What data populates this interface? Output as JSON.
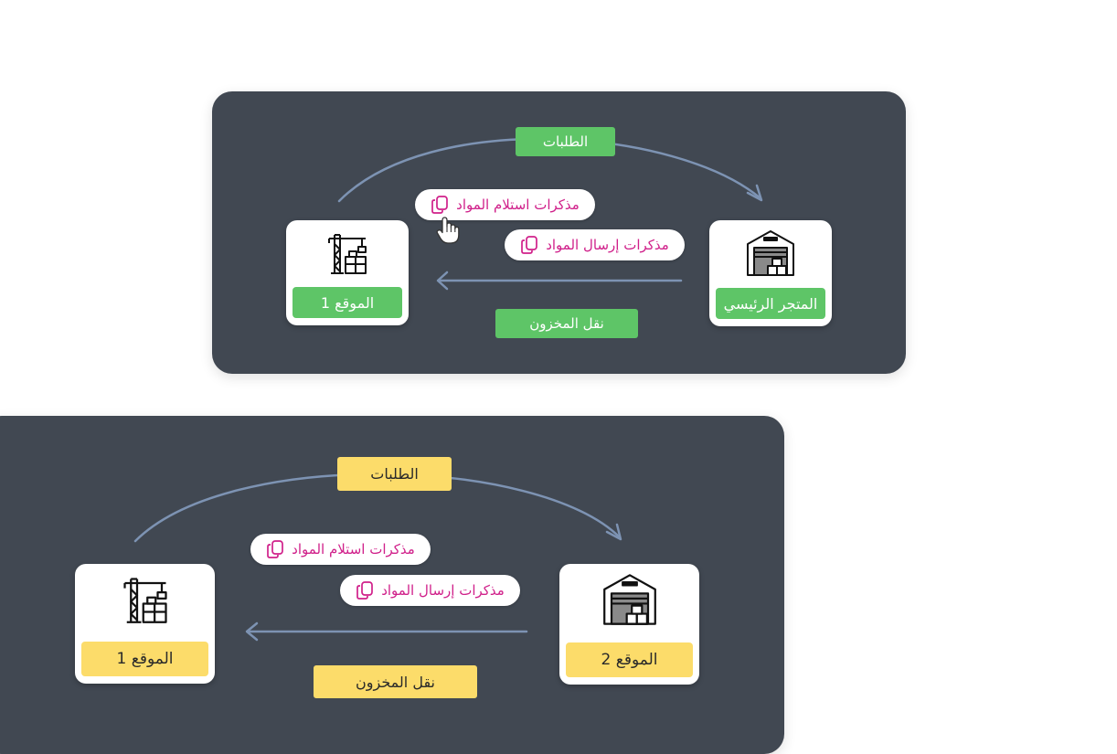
{
  "diagrams": [
    {
      "requests_label": "الطلبات",
      "receipt_notes_label": "مذكرات استلام المواد",
      "dispatch_notes_label": "مذكرات إرسال المواد",
      "transfer_label": "نقل المخزون",
      "left_node": {
        "label": "الموقع 1",
        "icon": "construction-crane-icon"
      },
      "right_node": {
        "label": "المتجر الرئيسي",
        "icon": "warehouse-icon"
      },
      "accent_color": "#5ec567"
    },
    {
      "requests_label": "الطلبات",
      "receipt_notes_label": "مذكرات استلام المواد",
      "dispatch_notes_label": "مذكرات إرسال المواد",
      "transfer_label": "نقل المخزون",
      "left_node": {
        "label": "الموقع 1",
        "icon": "construction-crane-icon"
      },
      "right_node": {
        "label": "الموقع 2",
        "icon": "warehouse-icon"
      },
      "accent_color": "#fcdc6a"
    }
  ],
  "arrow_color": "#7d93b3",
  "note_text_color": "#d0208a"
}
